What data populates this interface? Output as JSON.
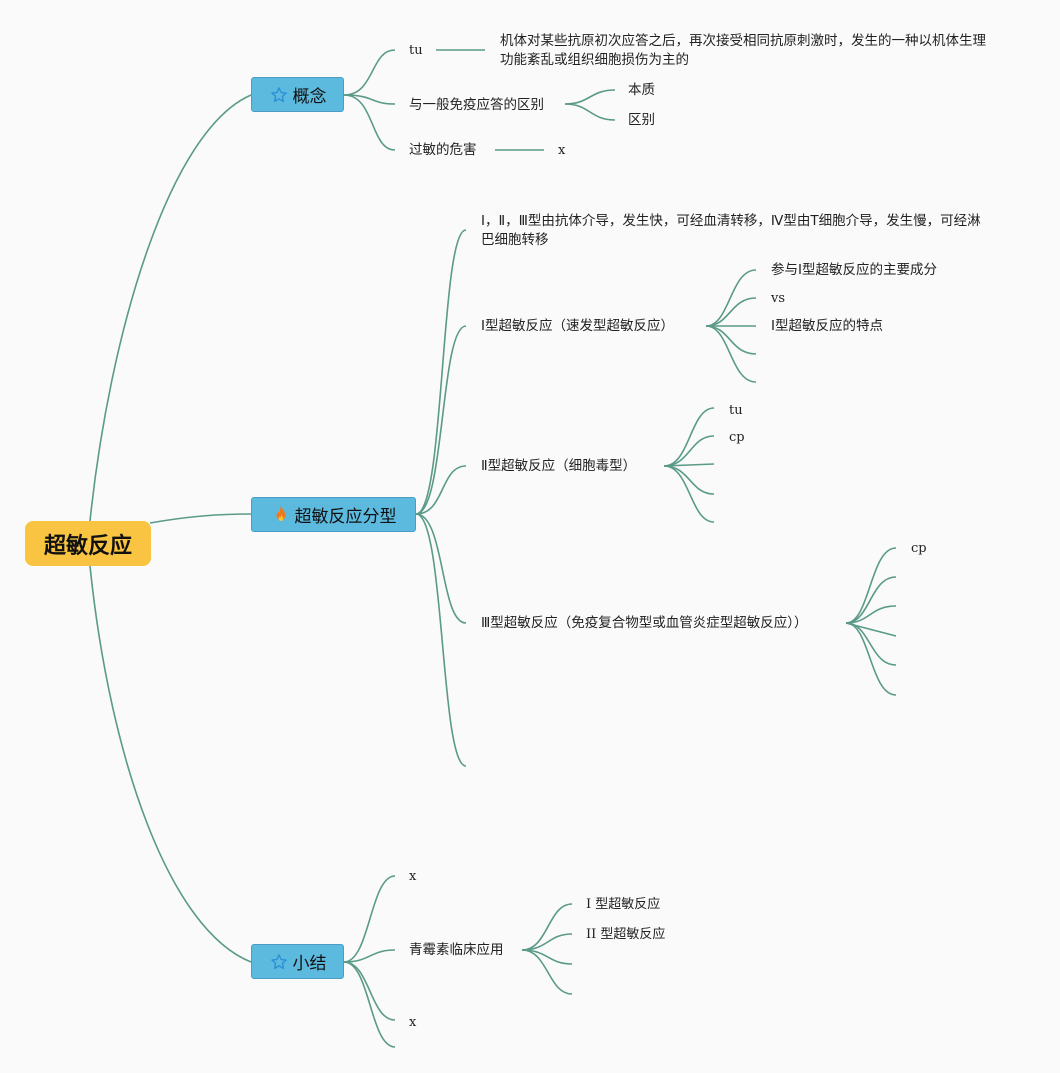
{
  "root": {
    "label": "超敏反应"
  },
  "concept": {
    "label": "概念",
    "icon": "star-icon",
    "tu": "tu",
    "tu_text": "机体对某些抗原初次应答之后，再次接受相同抗原刺激时，发生的一种以机体生理功能紊乱或组织细胞损伤为主的",
    "difference": "与一般免疫应答的区别",
    "diff_children": [
      "本质",
      "区别"
    ],
    "harm": "过敏的危害",
    "harm_child": "x"
  },
  "types": {
    "label": "超敏反应分型",
    "icon": "fire-icon",
    "intro": "Ⅰ，Ⅱ，Ⅲ型由抗体介导，发生快，可经血清转移，Ⅳ型由T细胞介导，发生慢，可经淋巴细胞转移",
    "type1": {
      "label": "Ⅰ型超敏反应（速发型超敏反应）",
      "children": [
        "参与Ⅰ型超敏反应的主要成分",
        "vs",
        "Ⅰ型超敏反应的特点"
      ]
    },
    "type2": {
      "label": "Ⅱ型超敏反应（细胞毒型）",
      "children": [
        "tu",
        "cp"
      ]
    },
    "type3": {
      "label": "Ⅲ型超敏反应（免疫复合物型或血管炎症型超敏反应））",
      "children": [
        "cp"
      ]
    }
  },
  "summary": {
    "label": "小结",
    "icon": "star-icon",
    "x1": "x",
    "penicillin": "青霉素临床应用",
    "pen_children": [
      "I 型超敏反应",
      "II 型超敏反应"
    ],
    "x2": "x"
  },
  "colors": {
    "root": "#f8c441",
    "topic": "#5dbadf",
    "line": "#5a9a88",
    "icon": "#2a8fd8",
    "fire": "#f07a1a"
  }
}
